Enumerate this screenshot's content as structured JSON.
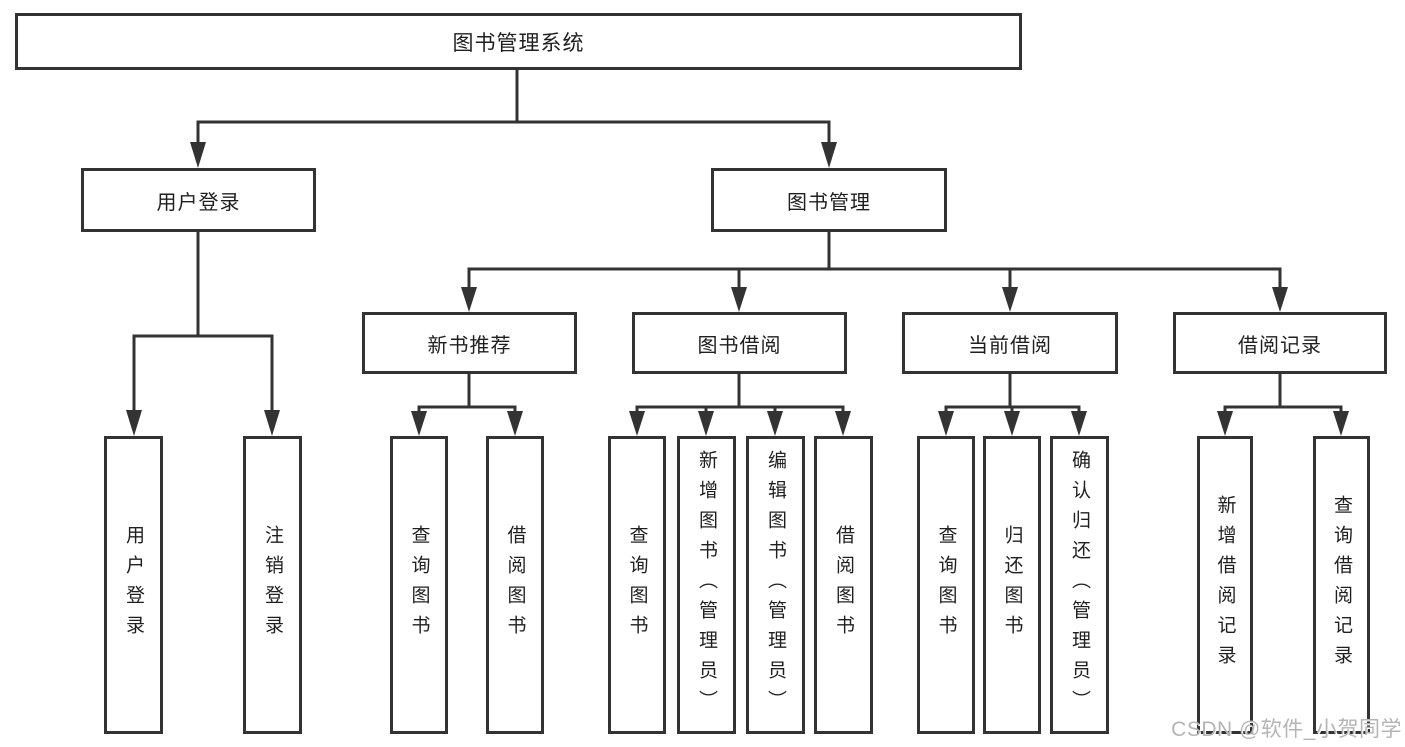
{
  "tree": {
    "root": {
      "label": "图书管理系统"
    },
    "branches": [
      {
        "label": "用户登录",
        "children": [
          {
            "label": "用户登录"
          },
          {
            "label": "注销登录"
          }
        ]
      },
      {
        "label": "图书管理",
        "groups": [
          {
            "label": "新书推荐",
            "children": [
              {
                "label": "查询图书"
              },
              {
                "label": "借阅图书"
              }
            ]
          },
          {
            "label": "图书借阅",
            "children": [
              {
                "label": "查询图书"
              },
              {
                "label": "新增图书（管理员）"
              },
              {
                "label": "编辑图书（管理员）"
              },
              {
                "label": "借阅图书"
              }
            ]
          },
          {
            "label": "当前借阅",
            "children": [
              {
                "label": "查询图书"
              },
              {
                "label": "归还图书"
              },
              {
                "label": "确认归还（管理员）"
              }
            ]
          },
          {
            "label": "借阅记录",
            "children": [
              {
                "label": "新增借阅记录"
              },
              {
                "label": "查询借阅记录"
              }
            ]
          }
        ]
      }
    ]
  },
  "watermark": {
    "text": "CSDN @软件_小贺同学"
  },
  "colors": {
    "line": "#333333",
    "box_border": "#333333",
    "box_fill": "#ffffff",
    "text": "#1f1f1f",
    "watermark": "#b5b5b5",
    "background": "#ffffff"
  }
}
